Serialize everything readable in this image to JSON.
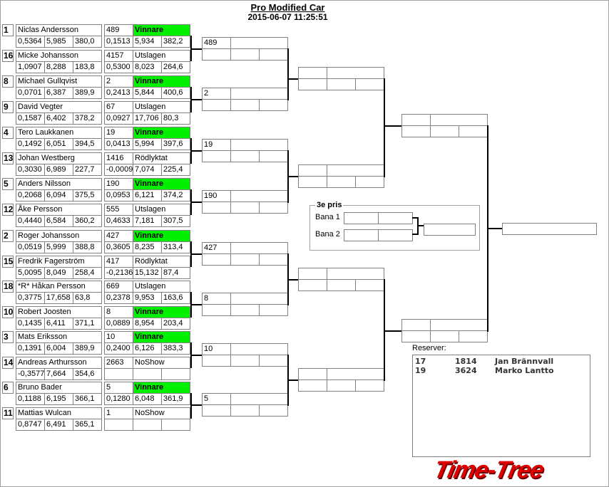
{
  "header": {
    "title": "Pro Modified Car",
    "datetime": "2015-06-07 11:25:51"
  },
  "round1": [
    {
      "seed": "1",
      "name": "Niclas  Andersson",
      "rt": "0,5364",
      "et": "5,985",
      "speed": "380,0",
      "num": "489",
      "status": "Vinnare",
      "r_rt": "0,1513",
      "r_et": "5,934",
      "r_speed": "382,2"
    },
    {
      "seed": "16",
      "name": "Micke Johansson",
      "rt": "1,0907",
      "et": "8,288",
      "speed": "183,8",
      "num": "4157",
      "status": "Utslagen",
      "r_rt": "0,5300",
      "r_et": "8,023",
      "r_speed": "264,6"
    },
    {
      "seed": "8",
      "name": "Michael Gullqvist",
      "rt": "0,0701",
      "et": "6,387",
      "speed": "389,9",
      "num": "2",
      "status": "Vinnare",
      "r_rt": "0,2413",
      "r_et": "5,844",
      "r_speed": "400,6"
    },
    {
      "seed": "9",
      "name": "David Vegter",
      "rt": "0,1587",
      "et": "6,402",
      "speed": "378,2",
      "num": "67",
      "status": "Utslagen",
      "r_rt": "0,0927",
      "r_et": "17,706",
      "r_speed": "80,3"
    },
    {
      "seed": "4",
      "name": "Tero Laukkanen",
      "rt": "0,1492",
      "et": "6,051",
      "speed": "394,5",
      "num": "19",
      "status": "Vinnare",
      "r_rt": "0,0413",
      "r_et": "5,994",
      "r_speed": "397,6"
    },
    {
      "seed": "13",
      "name": "Johan Westberg",
      "rt": "0,3030",
      "et": "6,989",
      "speed": "227,7",
      "num": "1416",
      "status": "Rödlyktat",
      "r_rt": "-0,0009",
      "r_et": "7,074",
      "r_speed": "225,4"
    },
    {
      "seed": "5",
      "name": "Anders Nilsson",
      "rt": "0,2068",
      "et": "6,094",
      "speed": "375,5",
      "num": "190",
      "status": "Vinnare",
      "r_rt": "0,0953",
      "r_et": "6,121",
      "r_speed": "374,2"
    },
    {
      "seed": "12",
      "name": "Åke Persson",
      "rt": "0,4440",
      "et": "6,584",
      "speed": "360,2",
      "num": "555",
      "status": "Utslagen",
      "r_rt": "0,4633",
      "r_et": "7,181",
      "r_speed": "307,5"
    },
    {
      "seed": "2",
      "name": "Roger Johansson",
      "rt": "0,0519",
      "et": "5,999",
      "speed": "388,8",
      "num": "427",
      "status": "Vinnare",
      "r_rt": "0,3605",
      "r_et": "8,235",
      "r_speed": "313,4"
    },
    {
      "seed": "15",
      "name": "Fredrik Fagerström",
      "rt": "5,0095",
      "et": "8,049",
      "speed": "258,4",
      "num": "417",
      "status": "Rödlyktat",
      "r_rt": "-0,2136",
      "r_et": "15,132",
      "r_speed": "87,4"
    },
    {
      "seed": "18",
      "name": "*R* Håkan Persson",
      "rt": "0,3775",
      "et": "17,658",
      "speed": "63,8",
      "num": "669",
      "status": "Utslagen",
      "r_rt": "0,2378",
      "r_et": "9,953",
      "r_speed": "163,6"
    },
    {
      "seed": "10",
      "name": "Robert Joosten",
      "rt": "0,1435",
      "et": "6,411",
      "speed": "371,1",
      "num": "8",
      "status": "Vinnare",
      "r_rt": "0,0889",
      "r_et": "8,954",
      "r_speed": "203,4"
    },
    {
      "seed": "3",
      "name": "Mats Eriksson",
      "rt": "0,1391",
      "et": "6,004",
      "speed": "389,9",
      "num": "10",
      "status": "Vinnare",
      "r_rt": "0,2400",
      "r_et": "6,126",
      "r_speed": "383,3"
    },
    {
      "seed": "14",
      "name": "Andreas Arthursson",
      "rt": "-0,3577",
      "et": "7,664",
      "speed": "354,6",
      "num": "2663",
      "status": "NoShow",
      "r_rt": "",
      "r_et": "",
      "r_speed": ""
    },
    {
      "seed": "6",
      "name": "Bruno Bader",
      "rt": "0,1188",
      "et": "6,195",
      "speed": "366,1",
      "num": "5",
      "status": "Vinnare",
      "r_rt": "0,1280",
      "r_et": "6,048",
      "r_speed": "361,9"
    },
    {
      "seed": "11",
      "name": "Mattias Wulcan",
      "rt": "0,8747",
      "et": "6,491",
      "speed": "365,1",
      "num": "1",
      "status": "NoShow",
      "r_rt": "",
      "r_et": "",
      "r_speed": ""
    }
  ],
  "round2": [
    "489",
    "2",
    "19",
    "190",
    "427",
    "8",
    "10",
    "5"
  ],
  "third_place": {
    "title": "3e pris",
    "lane1_label": "Bana 1",
    "lane2_label": "Bana 2"
  },
  "reserves": {
    "label": "Reserver:",
    "rows": [
      {
        "pos": "17",
        "num": "1814",
        "name": "Jan Brännvall"
      },
      {
        "pos": "19",
        "num": "3624",
        "name": "Marko Lantto"
      }
    ]
  },
  "logo": "Time-Tree",
  "colors": {
    "winner": "#00f000",
    "logo": "#e00000"
  }
}
